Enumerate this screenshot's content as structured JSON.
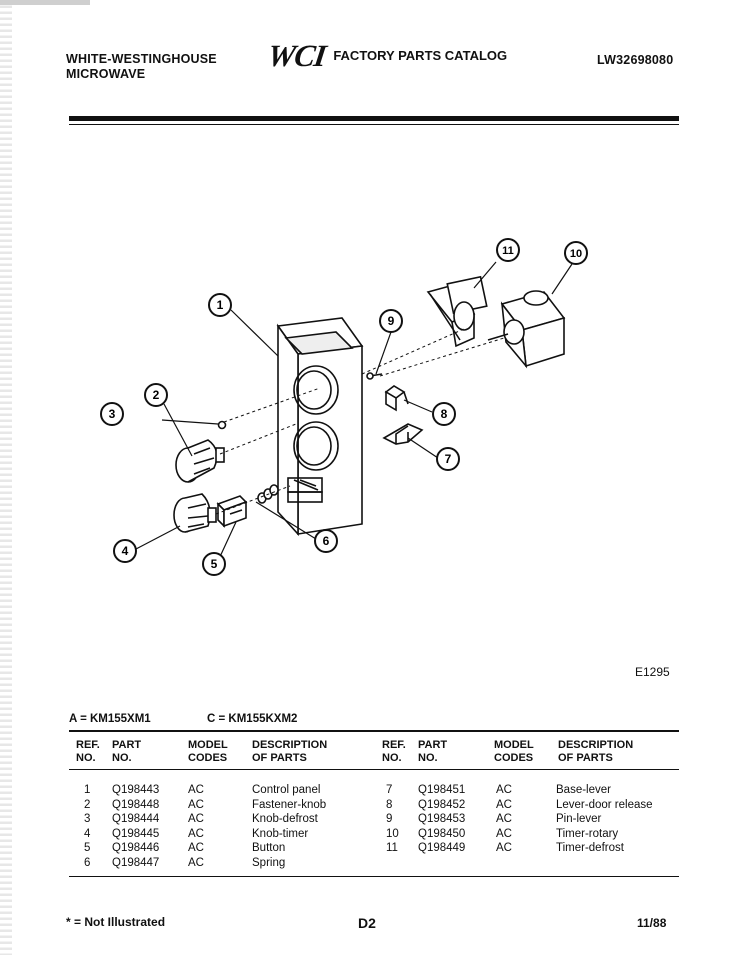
{
  "header": {
    "brand_line1": "WHITE-WESTINGHOUSE",
    "brand_line2": "MICROWAVE",
    "logo": "WCI",
    "catalog_title": "FACTORY PARTS CATALOG",
    "catalog_number": "LW32698080"
  },
  "diagram": {
    "code": "E1295",
    "callouts": [
      "1",
      "2",
      "3",
      "4",
      "5",
      "6",
      "7",
      "8",
      "9",
      "10",
      "11"
    ]
  },
  "models": {
    "a": "A = KM155XM1",
    "c": "C = KM155KXM2"
  },
  "table": {
    "headers": {
      "ref": [
        "REF.",
        "NO."
      ],
      "part": [
        "PART",
        "NO."
      ],
      "model": [
        "MODEL",
        "CODES"
      ],
      "desc": [
        "DESCRIPTION",
        "OF PARTS"
      ]
    },
    "left_rows": [
      {
        "ref": "1",
        "part": "Q198443",
        "code": "AC",
        "desc": "Control panel"
      },
      {
        "ref": "2",
        "part": "Q198448",
        "code": "AC",
        "desc": "Fastener-knob"
      },
      {
        "ref": "3",
        "part": "Q198444",
        "code": "AC",
        "desc": "Knob-defrost"
      },
      {
        "ref": "4",
        "part": "Q198445",
        "code": "AC",
        "desc": "Knob-timer"
      },
      {
        "ref": "5",
        "part": "Q198446",
        "code": "AC",
        "desc": "Button"
      },
      {
        "ref": "6",
        "part": "Q198447",
        "code": "AC",
        "desc": "Spring"
      }
    ],
    "right_rows": [
      {
        "ref": "7",
        "part": "Q198451",
        "code": "AC",
        "desc": "Base-lever"
      },
      {
        "ref": "8",
        "part": "Q198452",
        "code": "AC",
        "desc": "Lever-door release"
      },
      {
        "ref": "9",
        "part": "Q198453",
        "code": "AC",
        "desc": "Pin-lever"
      },
      {
        "ref": "10",
        "part": "Q198450",
        "code": "AC",
        "desc": "Timer-rotary"
      },
      {
        "ref": "11",
        "part": "Q198449",
        "code": "AC",
        "desc": "Timer-defrost"
      }
    ]
  },
  "footer": {
    "note": "* = Not Illustrated",
    "page": "D2",
    "date": "11/88"
  }
}
